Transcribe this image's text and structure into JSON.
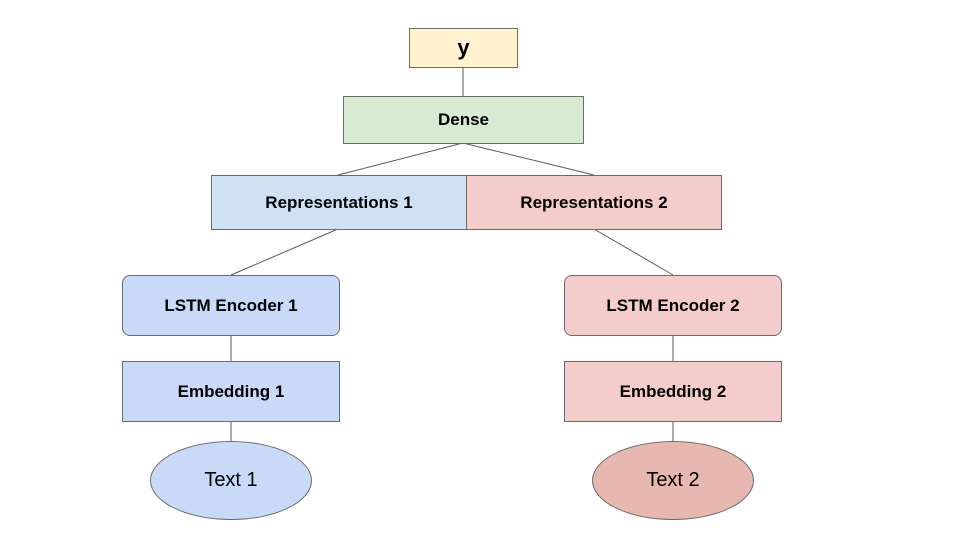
{
  "colors": {
    "yellow": "#fff2cc",
    "green": "#d9ead3",
    "light_blue": "#cfe2f3",
    "pink": "#f4cccc",
    "blue": "#c9daf8",
    "dark_pink": "#e6b8af",
    "line": "#595959"
  },
  "nodes": {
    "y": "y",
    "dense": "Dense",
    "rep1": "Representations 1",
    "rep2": "Representations 2",
    "lstm1": "LSTM Encoder 1",
    "lstm2": "LSTM Encoder 2",
    "emb1": "Embedding 1",
    "emb2": "Embedding 2",
    "text1": "Text 1",
    "text2": "Text 2"
  }
}
